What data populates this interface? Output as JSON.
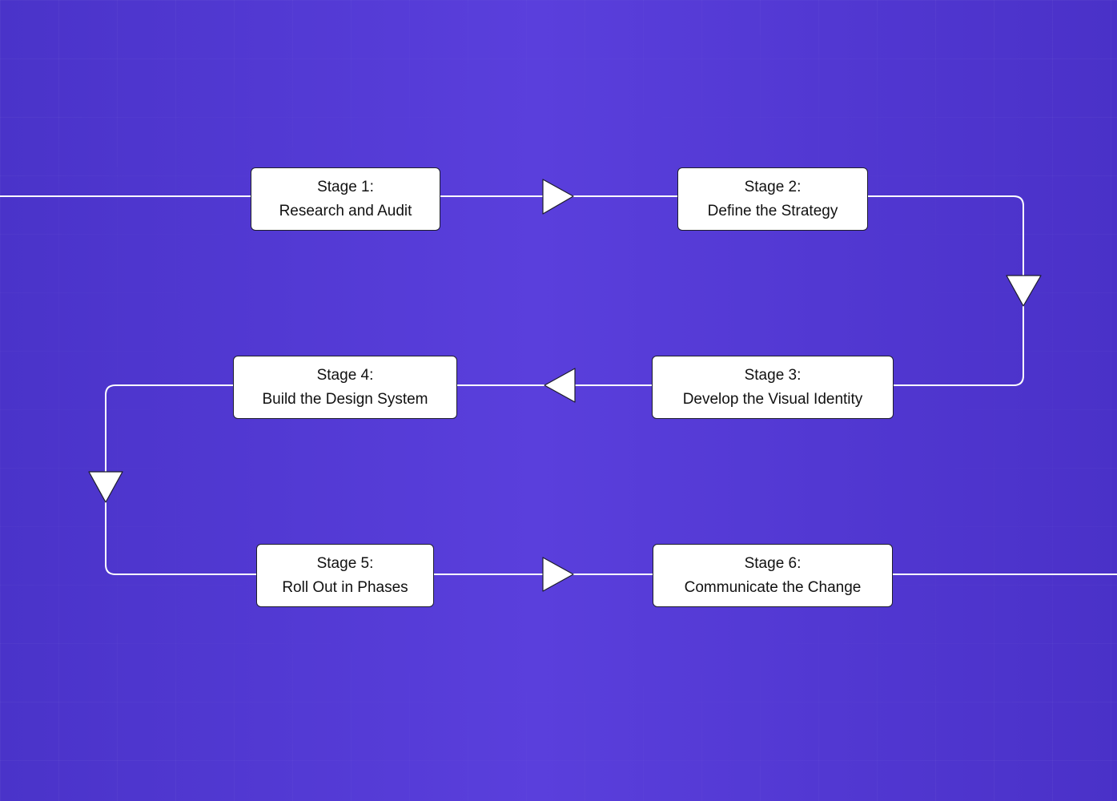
{
  "diagram": {
    "stages": [
      {
        "label": "Stage 1:",
        "title": "Research and Audit"
      },
      {
        "label": "Stage 2:",
        "title": "Define the Strategy"
      },
      {
        "label": "Stage 3:",
        "title": "Develop the Visual Identity"
      },
      {
        "label": "Stage 4:",
        "title": "Build the Design System"
      },
      {
        "label": "Stage 5:",
        "title": "Roll Out in Phases"
      },
      {
        "label": "Stage 6:",
        "title": "Communicate the Change"
      }
    ],
    "colors": {
      "background": "#5039d6",
      "box_fill": "#ffffff",
      "box_border": "#1d1d2c",
      "connector": "#ffffff",
      "text": "#111111"
    }
  }
}
